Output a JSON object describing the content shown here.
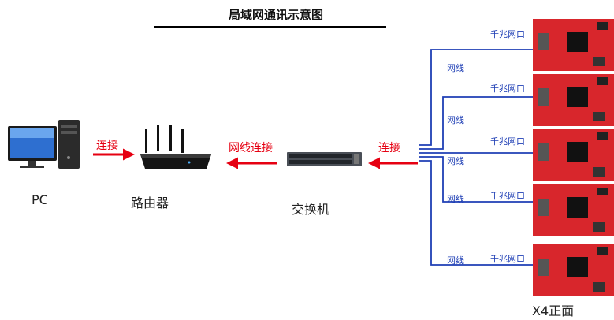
{
  "title": "局域网通讯示意图",
  "devices": {
    "pc": "PC",
    "router": "路由器",
    "switch": "交换机",
    "cards_caption": "X4正面"
  },
  "links": {
    "pc_router": "连接",
    "router_switch": "网线连接",
    "switch_cards": "连接"
  },
  "cards": [
    {
      "port_label": "千兆网口",
      "cable_label": "网线"
    },
    {
      "port_label": "千兆网口",
      "cable_label": "网线"
    },
    {
      "port_label": "千兆网口",
      "cable_label": "网线"
    },
    {
      "port_label": "千兆网口",
      "cable_label": "网线"
    },
    {
      "port_label": "千兆网口",
      "cable_label": "网线"
    }
  ],
  "colors": {
    "arrow": "#e60012",
    "cable": "#1f3fb5",
    "card": "#d8262c"
  }
}
